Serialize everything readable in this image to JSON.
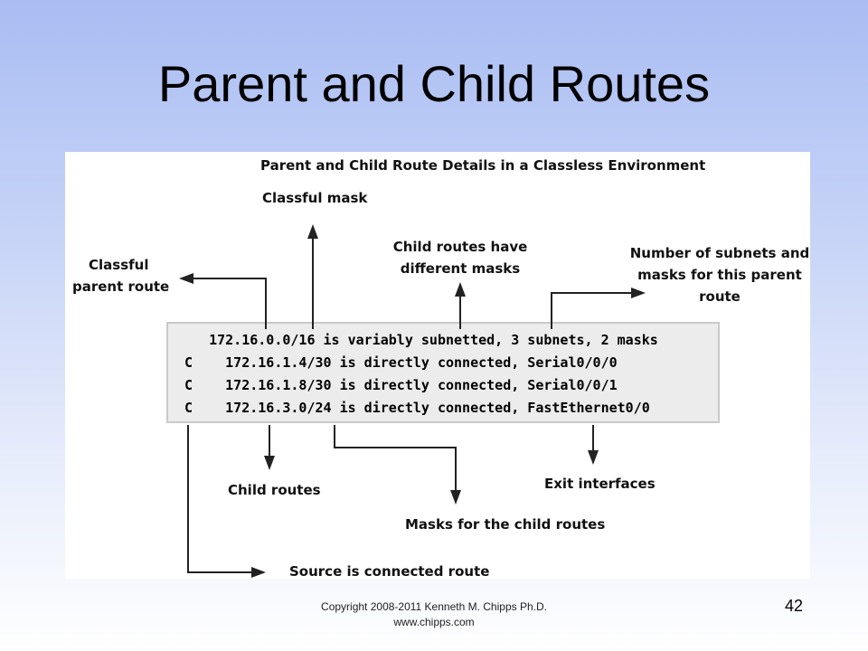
{
  "slide": {
    "title": "Parent and Child Routes",
    "page_number": "42",
    "footer_line1": "Copyright 2008-2011 Kenneth M. Chipps Ph.D.",
    "footer_line2": "www.chipps.com"
  },
  "diagram": {
    "heading": "Parent and Child Route Details in a Classless Environment",
    "labels": {
      "classful_mask": "Classful mask",
      "classful_parent_1": "Classful",
      "classful_parent_2": "parent route",
      "child_masks_1": "Child routes have",
      "child_masks_2": "different masks",
      "num_subnets_1": "Number of subnets and",
      "num_subnets_2": "masks for this parent",
      "num_subnets_3": "route",
      "child_routes": "Child routes",
      "exit_interfaces": "Exit interfaces",
      "masks_child": "Masks for the child routes",
      "source": "Source is connected route"
    },
    "routing_table": [
      "   172.16.0.0/16 is variably subnetted, 3 subnets, 2 masks",
      "C    172.16.1.4/30 is directly connected, Serial0/0/0",
      "C    172.16.1.8/30 is directly connected, Serial0/0/1",
      "C    172.16.3.0/24 is directly connected, FastEthernet0/0"
    ]
  }
}
